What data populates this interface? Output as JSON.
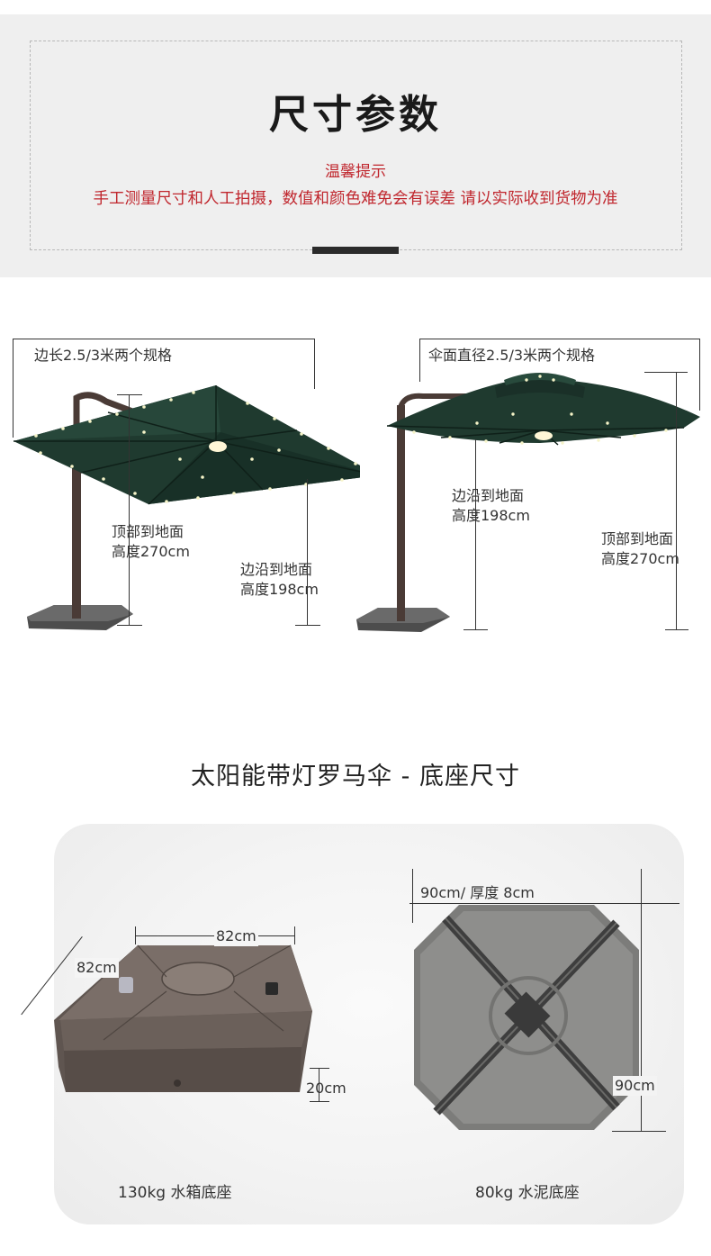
{
  "header": {
    "title": "尺寸参数",
    "notice_title": "温馨提示",
    "notice_text": "手工测量尺寸和人工拍摄，数值和颜色难免会有误差 请以实际收到货物为准"
  },
  "umbrella_square": {
    "side_label": "边长2.5/3米两个规格",
    "top_height_label": [
      "顶部到地面",
      "高度270cm"
    ],
    "edge_height_label": [
      "边沿到地面",
      "高度198cm"
    ]
  },
  "umbrella_round": {
    "diameter_label": "伞面直径2.5/3米两个规格",
    "edge_height_label": [
      "边沿到地面",
      "高度198cm"
    ],
    "top_height_label": [
      "顶部到地面",
      "高度270cm"
    ]
  },
  "base_section": {
    "title": "太阳能带灯罗马伞 - 底座尺寸",
    "water_base": {
      "width_label": "82cm",
      "depth_label": "82cm",
      "height_label": "20cm",
      "caption": "130kg 水箱底座"
    },
    "cement_base": {
      "top_label": "90cm/ 厚度 8cm",
      "side_label": "90cm",
      "caption": "80kg 水泥底座"
    }
  },
  "colors": {
    "canopy": "#1f3a2f",
    "pole": "#4a3b36",
    "notice": "#c0262d",
    "water_base": "#6b5f58",
    "cement_base": "#8a8a88"
  }
}
